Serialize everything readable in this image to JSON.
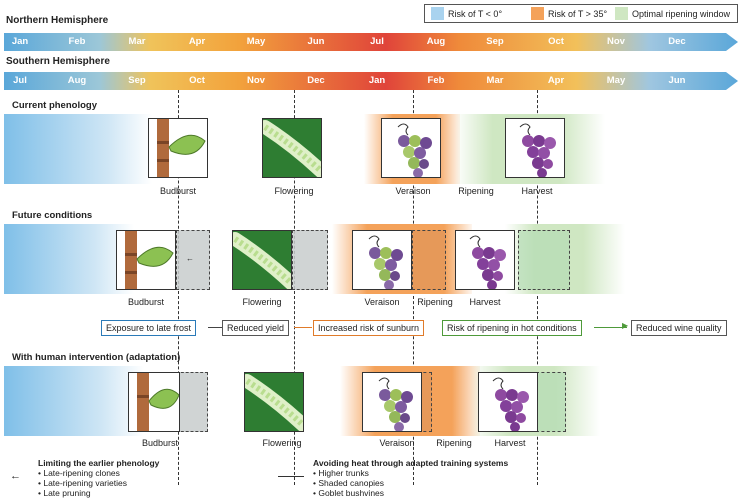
{
  "legend": {
    "cold": "Risk of T < 0°",
    "hot": "Risk of T > 35°",
    "optimal": "Optimal ripening window",
    "colors": {
      "cold": "#a9d3ef",
      "hot": "#f4a25a",
      "optimal": "#cfe7c2"
    }
  },
  "northern": {
    "title": "Northern Hemisphere",
    "months": [
      "Jan",
      "Feb",
      "Mar",
      "Apr",
      "May",
      "Jun",
      "Jul",
      "Aug",
      "Sep",
      "Oct",
      "Nov",
      "Dec"
    ]
  },
  "southern": {
    "title": "Southern Hemisphere",
    "months": [
      "Jul",
      "Aug",
      "Sep",
      "Oct",
      "Nov",
      "Dec",
      "Jan",
      "Feb",
      "Mar",
      "Apr",
      "May",
      "Jun"
    ]
  },
  "sections": {
    "current": "Current phenology",
    "future": "Future conditions",
    "human": "With human intervention (adaptation)"
  },
  "stages": {
    "budburst": "Budburst",
    "flowering": "Flowering",
    "veraison": "Veraison",
    "ripening": "Ripening",
    "harvest": "Harvest"
  },
  "consequences": {
    "frost": "Exposure to late frost",
    "yield": "Reduced yield",
    "sunburn": "Increased risk of sunburn",
    "hot_ripening": "Risk of ripening in hot conditions",
    "quality": "Reduced wine quality",
    "colors": {
      "blue": "#2a7ab8",
      "orange": "#e07b2a",
      "green": "#4e9a3a"
    }
  },
  "strategies": {
    "left_title": "Limiting the earlier phenology",
    "left_items": [
      "Late-ripening clones",
      "Late-ripening varieties",
      "Late pruning"
    ],
    "right_title": "Avoiding heat through adapted training systems",
    "right_items": [
      "Higher trunks",
      "Shaded canopies",
      "Goblet bushvines"
    ]
  }
}
